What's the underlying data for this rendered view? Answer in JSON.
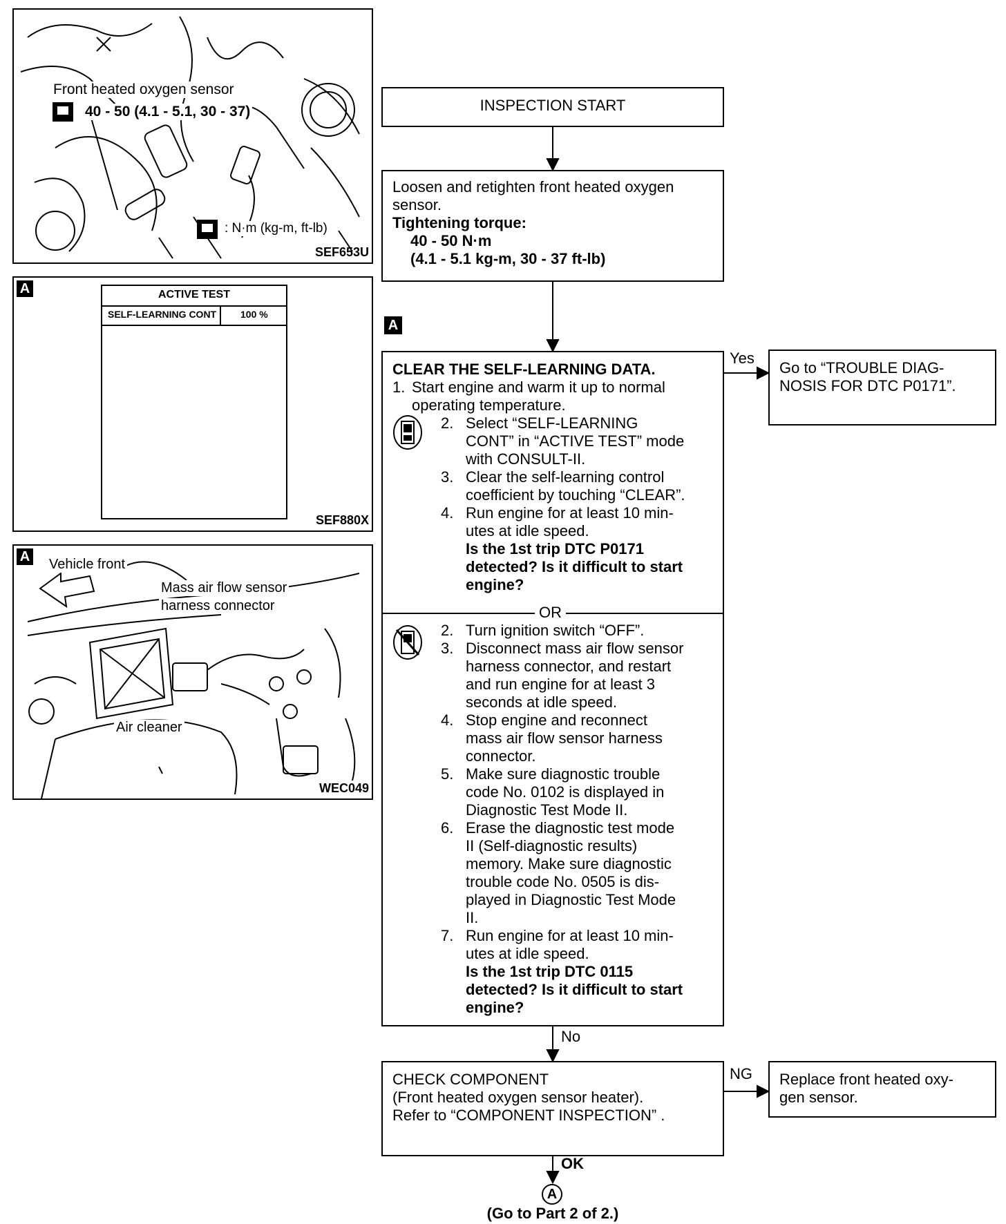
{
  "fig1": {
    "label_sensor": "Front heated oxygen sensor",
    "torque": "40 - 50 (4.1 - 5.1, 30 - 37)",
    "unit_legend": ": N·m (kg-m, ft-lb)",
    "code": "SEF653U"
  },
  "fig2": {
    "tag": "A",
    "header": "ACTIVE TEST",
    "row_label": "SELF-LEARNING CONT",
    "row_value": "100 %",
    "code": "SEF880X"
  },
  "fig3": {
    "tag": "A",
    "vehicle_front": "Vehicle front",
    "maf_line1": "Mass air flow sensor",
    "maf_line2": "harness connector",
    "air_cleaner": "Air cleaner",
    "code": "WEC049"
  },
  "flow": {
    "start": "INSPECTION START",
    "loosen_l1": "Loosen and retighten front heated oxygen",
    "loosen_l2": "sensor.",
    "torque_title": "Tightening torque:",
    "torque_l1": "40 - 50 N·m",
    "torque_l2": "(4.1 - 5.1 kg-m, 30 - 37 ft-lb)",
    "tag_a": "A",
    "clear_title": "CLEAR THE SELF-LEARNING DATA.",
    "s1_num": "1.",
    "s1_l1": "Start engine and warm it up to normal",
    "s1_l2": "operating temperature.",
    "c_steps": [
      {
        "num": "2.",
        "lines": [
          "Select “SELF-LEARNING",
          "CONT” in “ACTIVE TEST” mode",
          "with CONSULT-II."
        ]
      },
      {
        "num": "3.",
        "lines": [
          "Clear the self-learning control",
          "coefficient by touching “CLEAR”."
        ]
      },
      {
        "num": "4.",
        "lines": [
          "Run engine for at least 10 min-",
          "utes at idle speed."
        ]
      }
    ],
    "q1": [
      "Is the 1st trip DTC P0171",
      "detected? Is it difficult to start",
      "engine?"
    ],
    "or": "OR",
    "n_steps": [
      {
        "num": "2.",
        "lines": [
          "Turn ignition switch “OFF”."
        ]
      },
      {
        "num": "3.",
        "lines": [
          "Disconnect mass air flow sensor",
          "harness connector, and restart",
          "and run engine for at least 3",
          "seconds at idle speed."
        ]
      },
      {
        "num": "4.",
        "lines": [
          "Stop engine and reconnect",
          "mass air flow sensor harness",
          "connector."
        ]
      },
      {
        "num": "5.",
        "lines": [
          "Make sure diagnostic trouble",
          "code No. 0102 is displayed in",
          "Diagnostic Test Mode II."
        ]
      },
      {
        "num": "6.",
        "lines": [
          "Erase the diagnostic test mode",
          "II (Self-diagnostic results)",
          "memory. Make sure diagnostic",
          "trouble code No. 0505 is dis-",
          "played in Diagnostic Test Mode",
          "II."
        ]
      },
      {
        "num": "7.",
        "lines": [
          "Run engine for at least 10 min-",
          "utes at idle speed."
        ]
      }
    ],
    "q2": [
      "Is the 1st trip DTC 0115",
      "detected? Is it difficult to start",
      "engine?"
    ],
    "yes": "Yes",
    "goto_l1": "Go to “TROUBLE DIAG-",
    "goto_l2": "NOSIS FOR DTC P0171”.",
    "no": "No",
    "check_l1": "CHECK COMPONENT",
    "check_l2": "(Front heated oxygen sensor heater).",
    "check_l3": "Refer to “COMPONENT INSPECTION” .",
    "ng": "NG",
    "replace_l1": "Replace front heated oxy-",
    "replace_l2": "gen sensor.",
    "ok": "OK",
    "end_connector": "A",
    "end_text": "(Go to Part 2 of 2.)"
  }
}
